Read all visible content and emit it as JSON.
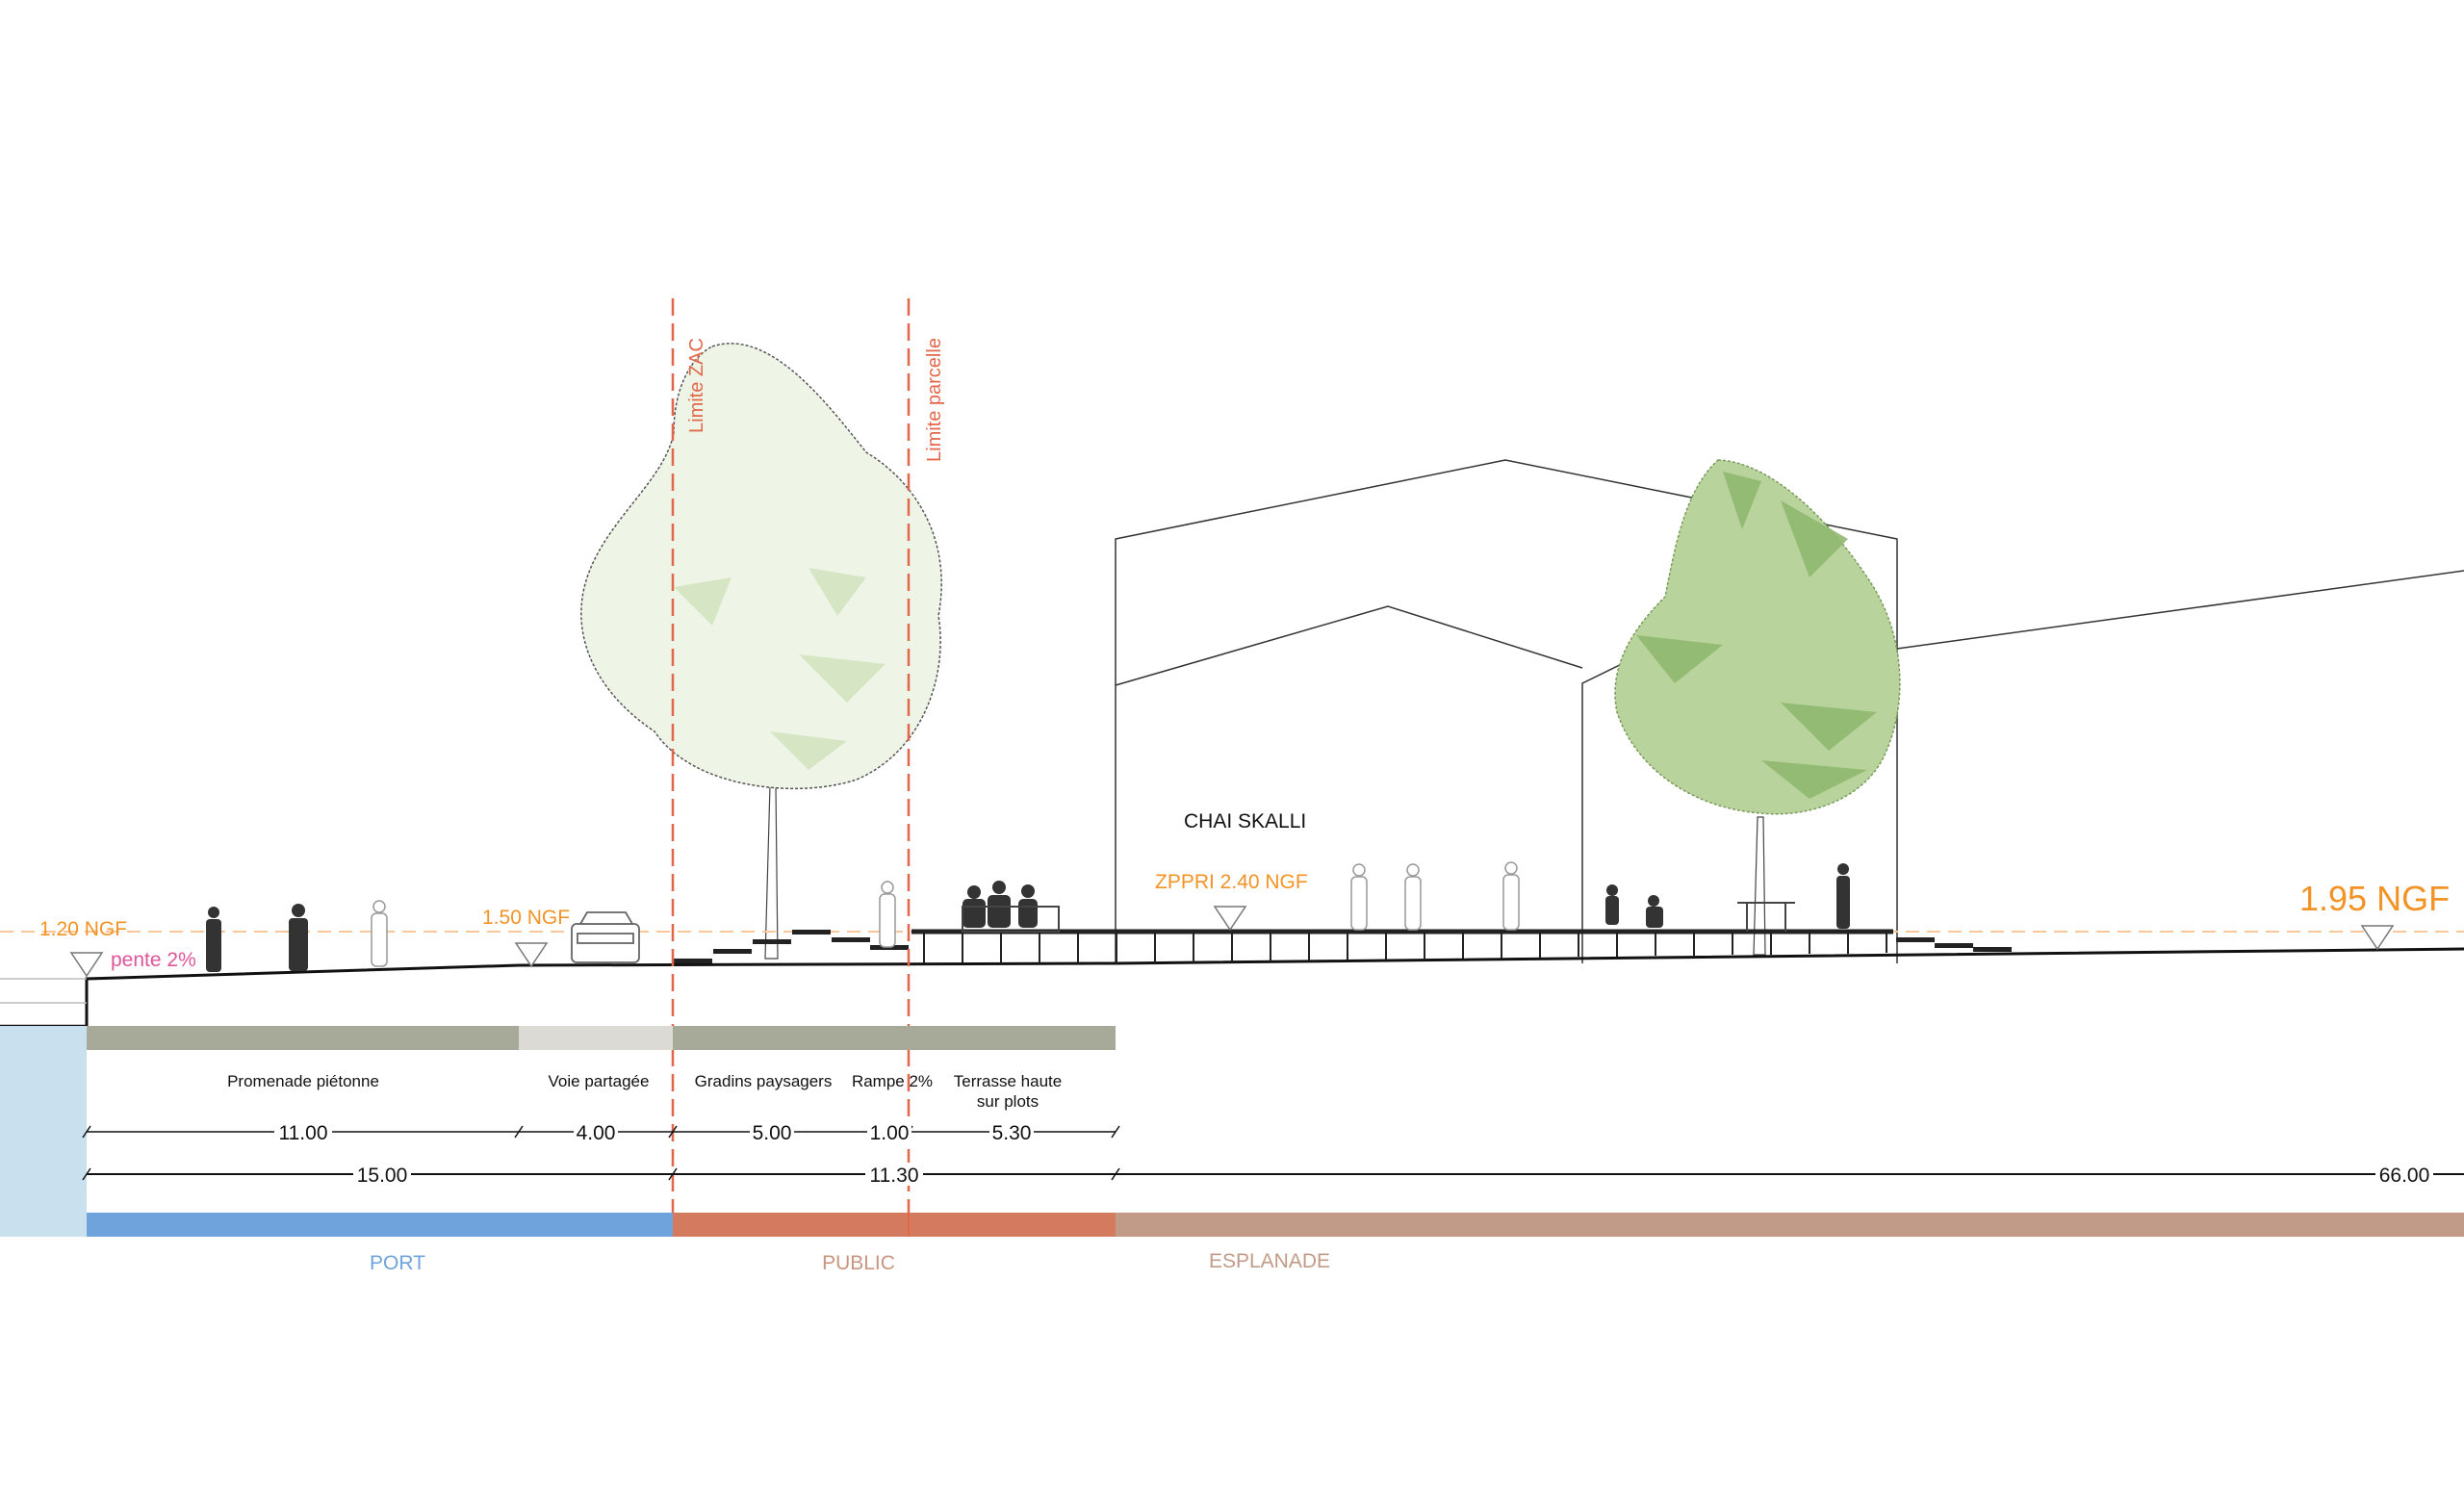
{
  "levels": {
    "left": "1.20 NGF",
    "road": "1.50 NGF",
    "zppri": "ZPPRI 2.40 NGF",
    "right": "1.95 NGF",
    "slope": "pente 2%"
  },
  "limits": {
    "zac": "Limite ZAC",
    "parcelle": "Limite parcelle"
  },
  "building": "CHAI SKALLI",
  "segments": {
    "promenade": "Promenade piétonne",
    "voie": "Voie partagée",
    "gradins": "Gradins paysagers",
    "rampe": "Rampe 2%",
    "terrasse_1": "Terrasse haute",
    "terrasse_2": "sur plots"
  },
  "dimensions": {
    "row1": [
      "11.00",
      "4.00",
      "5.00",
      "1.00",
      "5.30"
    ],
    "row2": [
      "15.00",
      "11.30",
      "66.00"
    ]
  },
  "zones": {
    "port": "PORT",
    "public": "PUBLIC",
    "esplanade": "ESPLANADE"
  },
  "colors": {
    "port": "#6fa3dc",
    "public": "#d47b5f",
    "esplanade": "#c19b87",
    "water": "#c9e0ef",
    "paving": "#a7aa98",
    "shared": "#dcdad5",
    "ngf": "#f39325",
    "limit": "#e2674a",
    "slope": "#e0559a"
  }
}
